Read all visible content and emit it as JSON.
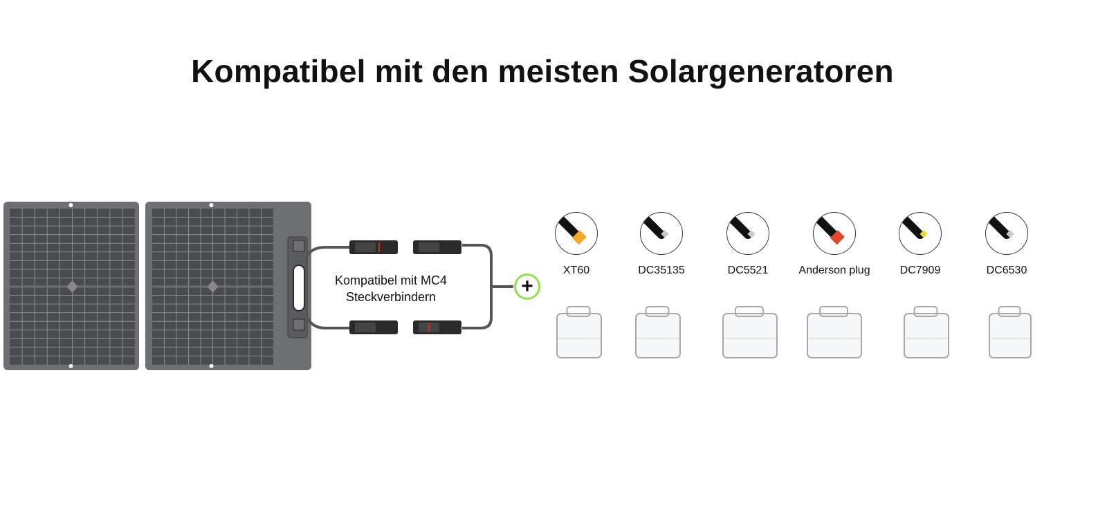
{
  "title": "Kompatibel mit den meisten Solargeneratoren",
  "mc4_label_line1": "Kompatibel mit MC4",
  "mc4_label_line2": "Steckverbindern",
  "plus_symbol": "+",
  "colors": {
    "accent_ring": "#8fe04c",
    "panel_frame": "#6e6f72",
    "panel_cells": "#4a4b4e"
  },
  "connectors": [
    {
      "label": "XT60",
      "tip_color": "#f2a92a"
    },
    {
      "label": "DC35135",
      "tip_color": "#c9c9c9"
    },
    {
      "label": "DC5521",
      "tip_color": "#c9c9c9"
    },
    {
      "label": "Anderson plug",
      "tip_color": "#e04a2a"
    },
    {
      "label": "DC7909",
      "tip_color": "#e8d83a"
    },
    {
      "label": "DC6530",
      "tip_color": "#c9c9c9"
    }
  ]
}
